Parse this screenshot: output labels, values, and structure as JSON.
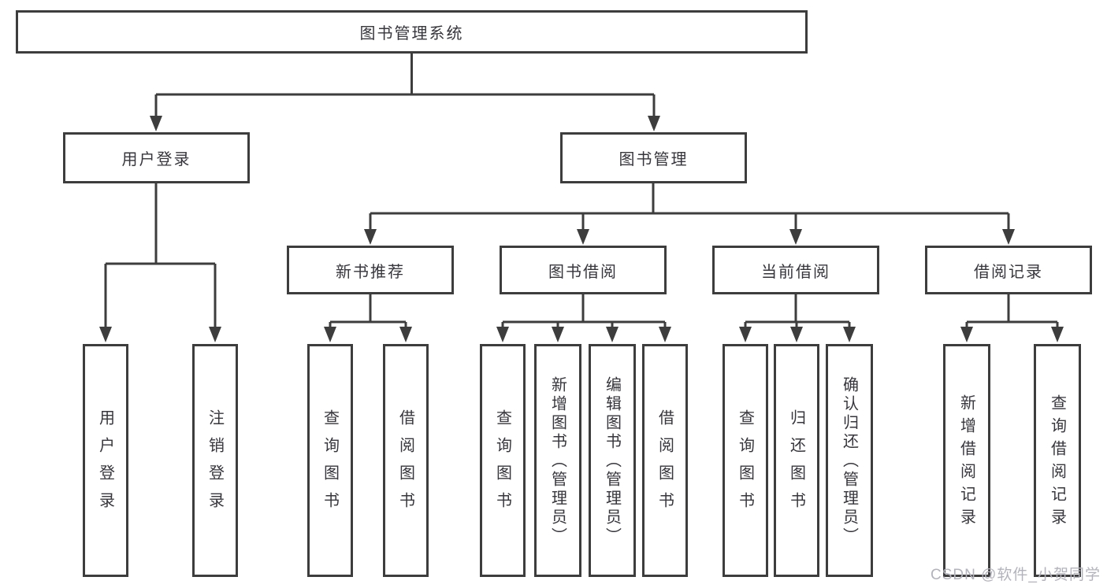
{
  "tree": {
    "root": "图书管理系统",
    "level2": [
      {
        "label": "用户登录"
      },
      {
        "label": "图书管理"
      }
    ],
    "level3": [
      {
        "label": "新书推荐"
      },
      {
        "label": "图书借阅"
      },
      {
        "label": "当前借阅"
      },
      {
        "label": "借阅记录"
      }
    ],
    "leaves": {
      "login": [
        "用户登录",
        "注销登录"
      ],
      "recommend": [
        "查询图书",
        "借阅图书"
      ],
      "borrow": [
        "查询图书",
        "新增图书（管理员）",
        "编辑图书（管理员）",
        "借阅图书"
      ],
      "current": [
        "查询图书",
        "归还图书",
        "确认归还（管理员）"
      ],
      "records": [
        "新增借阅记录",
        "查询借阅记录"
      ]
    }
  },
  "watermark": "CSDN @软件_小贺同学",
  "colors": {
    "line": "#3d3d3d",
    "text": "#36363c",
    "watermark": "#b3b3bd",
    "background": "#ffffff"
  }
}
